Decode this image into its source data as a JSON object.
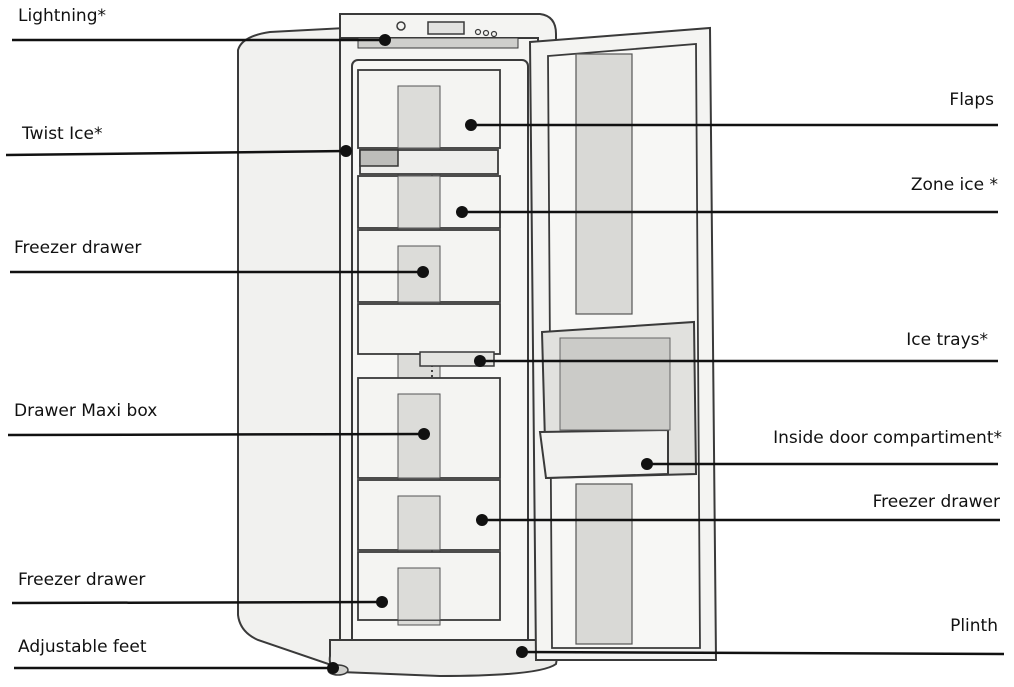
{
  "labels": {
    "lightning": "Lightning*",
    "twist_ice": "Twist Ice*",
    "freezer_drawer_top": "Freezer drawer",
    "drawer_maxi_box": "Drawer Maxi box",
    "freezer_drawer_bottom_left": "Freezer drawer",
    "adjustable_feet": "Adjustable feet",
    "flaps": "Flaps",
    "zone_ice": "Zone ice *",
    "ice_trays": "Ice trays*",
    "inside_door_compartment": "Inside door compartiment*",
    "freezer_drawer_right": "Freezer drawer",
    "plinth": "Plinth"
  },
  "colors": {
    "line": "#111111",
    "outline": "#3a3a3a",
    "body": "#f4f4f2",
    "interior": "#f7f7f5",
    "glass": "#d9d9d6",
    "shadow": "#c9c9c6"
  }
}
